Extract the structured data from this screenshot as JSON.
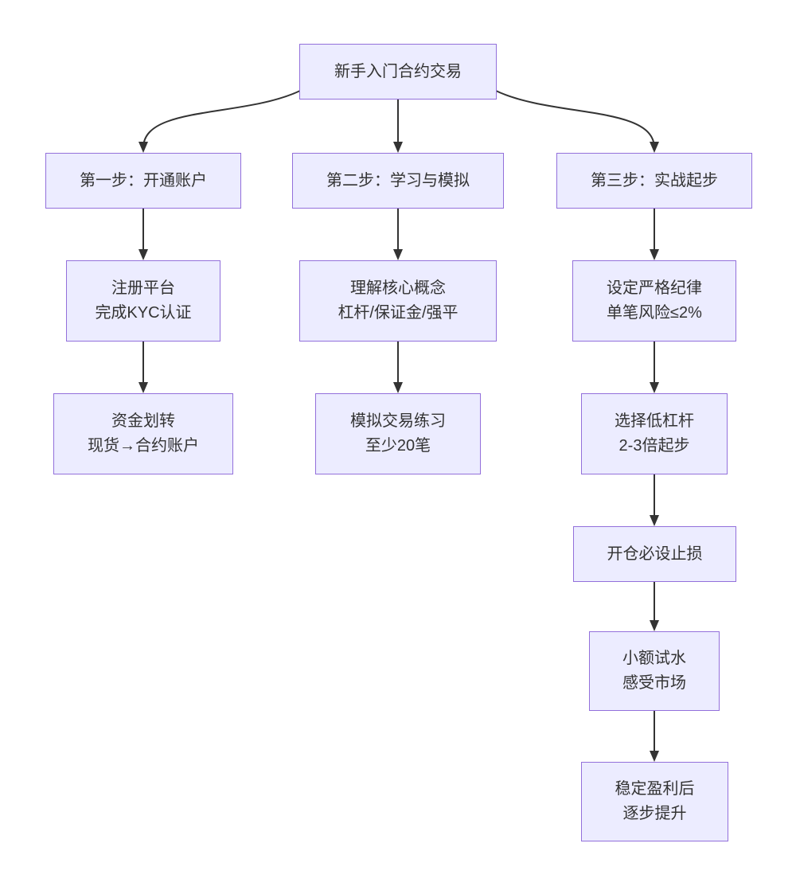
{
  "diagram": {
    "type": "flowchart-top-down",
    "colors": {
      "background": "#FFFFFF",
      "node_fill": "#ECECFF",
      "node_border": "#9370DB",
      "text": "#333333",
      "edge": "#333333"
    }
  },
  "nodes": {
    "root": {
      "lines": [
        "新手入门合约交易"
      ]
    },
    "step1": {
      "lines": [
        "第一步：开通账户"
      ]
    },
    "step2": {
      "lines": [
        "第二步：学习与模拟"
      ]
    },
    "step3": {
      "lines": [
        "第三步：实战起步"
      ]
    },
    "a1": {
      "lines": [
        "注册平台",
        "完成KYC认证"
      ]
    },
    "a2": {
      "lines": [
        "资金划转",
        "现货→合约账户"
      ]
    },
    "b1": {
      "lines": [
        "理解核心概念",
        "杠杆/保证金/强平"
      ]
    },
    "b2": {
      "lines": [
        "模拟交易练习",
        "至少20笔"
      ]
    },
    "c1": {
      "lines": [
        "设定严格纪律",
        "单笔风险≤2%"
      ]
    },
    "c2": {
      "lines": [
        "选择低杠杆",
        "2-3倍起步"
      ]
    },
    "c3": {
      "lines": [
        "开仓必设止损"
      ]
    },
    "c4": {
      "lines": [
        "小额试水",
        "感受市场"
      ]
    },
    "c5": {
      "lines": [
        "稳定盈利后",
        "逐步提升"
      ]
    }
  },
  "edges": [
    {
      "from": "root",
      "to": "step1"
    },
    {
      "from": "root",
      "to": "step2"
    },
    {
      "from": "root",
      "to": "step3"
    },
    {
      "from": "step1",
      "to": "a1"
    },
    {
      "from": "a1",
      "to": "a2"
    },
    {
      "from": "step2",
      "to": "b1"
    },
    {
      "from": "b1",
      "to": "b2"
    },
    {
      "from": "step3",
      "to": "c1"
    },
    {
      "from": "c1",
      "to": "c2"
    },
    {
      "from": "c2",
      "to": "c3"
    },
    {
      "from": "c3",
      "to": "c4"
    },
    {
      "from": "c4",
      "to": "c5"
    }
  ]
}
